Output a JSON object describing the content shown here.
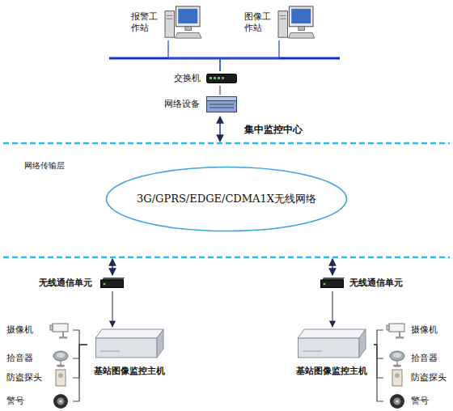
{
  "diagram": {
    "nodes": [
      {
        "text": [
          "报警工 作站"
        ]
      },
      {
        "text": [
          "图像工 作站"
        ]
      },
      {
        "text": [
          "交换机"
        ]
      },
      {
        "text": [
          "网络设备"
        ]
      },
      {
        "text": [
          "3G/GPRS/EDGE/CDMA1X无线网络"
        ]
      },
      {
        "text": [
          "无线通信单元"
        ]
      },
      {
        "text": [
          "无线通信单元"
        ]
      },
      {
        "text": [
          "摄像机"
        ]
      },
      {
        "text": [
          "拾音器"
        ]
      },
      {
        "text": [
          "防盗探头"
        ]
      },
      {
        "text": [
          "警号"
        ]
      },
      {
        "text": [
          "基站图像监控主机"
        ]
      },
      {
        "text": [
          "基站图像监控主机"
        ]
      },
      {
        "text": [
          "摄像机"
        ]
      },
      {
        "text": [
          "拾音器"
        ]
      },
      {
        "text": [
          "防盗探头"
        ]
      },
      {
        "text": [
          "警号"
        ]
      }
    ],
    "edges": [
      {
        "from": 0,
        "to": 2,
        "arrow": "none"
      },
      {
        "from": 1,
        "to": 2,
        "arrow": "none"
      },
      {
        "from": 2,
        "to": 3,
        "arrow": "none"
      },
      {
        "from": 5,
        "to": 11,
        "arrow": "to"
      },
      {
        "from": 6,
        "to": 12,
        "arrow": "to"
      },
      {
        "from": 7,
        "to": 11,
        "arrow": "none"
      },
      {
        "from": 8,
        "to": 11,
        "arrow": "none"
      },
      {
        "from": 9,
        "to": 11,
        "arrow": "none"
      },
      {
        "from": 10,
        "to": 11,
        "arrow": "none"
      },
      {
        "from": 13,
        "to": 12,
        "arrow": "none"
      },
      {
        "from": 14,
        "to": 12,
        "arrow": "none"
      },
      {
        "from": 15,
        "to": 12,
        "arrow": "none"
      },
      {
        "from": 16,
        "to": 12,
        "arrow": "none"
      }
    ],
    "labels": [
      "集中监控中心",
      "网络传输层"
    ]
  }
}
